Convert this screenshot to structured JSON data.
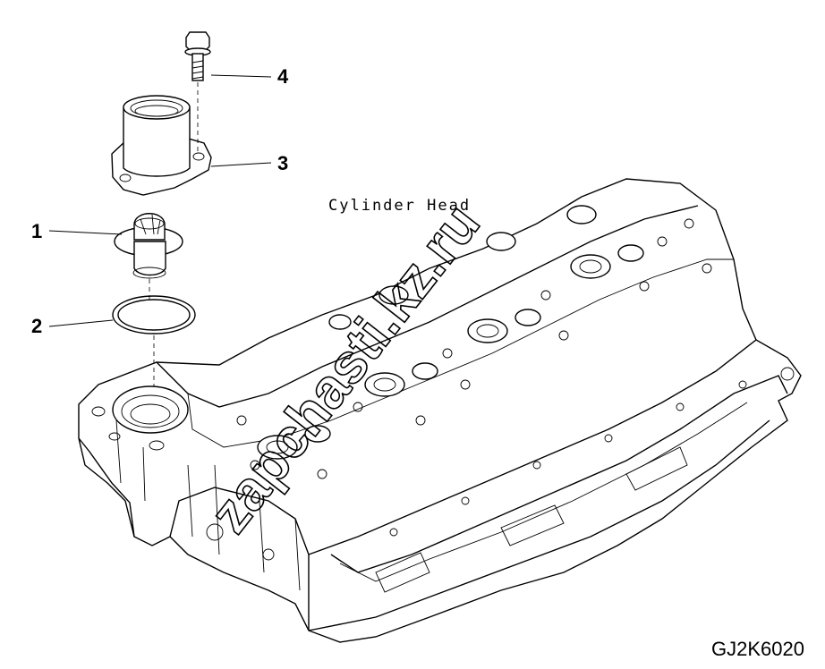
{
  "diagram": {
    "callouts": [
      "1",
      "2",
      "3",
      "4"
    ],
    "component_label": "Cylinder Head",
    "figure_code": "GJ2K6020",
    "watermark": "zapchasti.kz.ru"
  }
}
